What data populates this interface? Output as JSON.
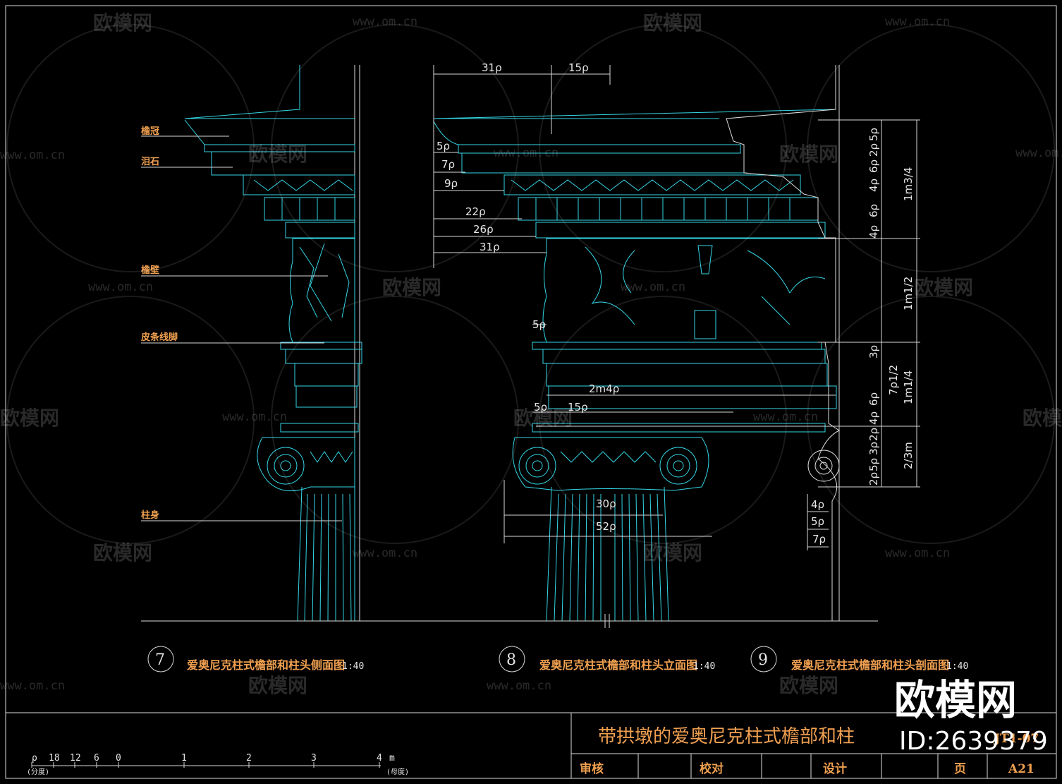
{
  "colors": {
    "linework": "#34d6e6",
    "labels": "#f0a050",
    "dimensions": "#e6e6e6",
    "background": "#000000"
  },
  "left_labels": [
    "檐冠",
    "泪石",
    "檐壁",
    "皮条线脚",
    "柱身"
  ],
  "dimensions": {
    "top": [
      "31ρ",
      "15ρ"
    ],
    "left_steps": [
      "5ρ",
      "7ρ",
      "9ρ",
      "22ρ",
      "26ρ",
      "31ρ"
    ],
    "frieze_small": "5ρ",
    "capital": [
      "2m4ρ",
      "5ρ",
      "15ρ"
    ],
    "shaft": [
      "30ρ",
      "52ρ"
    ],
    "right_small": [
      "4ρ",
      "5ρ",
      "7ρ"
    ],
    "right_col1": [
      "5ρ",
      "2ρ",
      "6ρ",
      "4ρ",
      "6ρ",
      "4ρ",
      "3ρ",
      "6ρ",
      "4ρ",
      "2ρ",
      "3ρ",
      "5ρ",
      "2ρ"
    ],
    "right_col2": [
      "1m3/4",
      "1m1/2",
      "7ρ1/2",
      "1m1/4",
      "2/3m"
    ]
  },
  "views": [
    {
      "number": "7",
      "title": "爱奥尼克柱式檐部和柱头侧面图",
      "scale": "1:40"
    },
    {
      "number": "8",
      "title": "爱奥尼克柱式檐部和柱头立面图",
      "scale": "1:40"
    },
    {
      "number": "9",
      "title": "爱奥尼克柱式檐部和柱头剖面图",
      "scale": "1:40"
    }
  ],
  "scale_bar": {
    "ticks": [
      "ρ",
      "18",
      "12",
      "6",
      "0",
      "1",
      "2",
      "3",
      "4",
      "m"
    ],
    "left_unit": "(分度)",
    "right_unit": "(母度)"
  },
  "title_block": {
    "title": "带拱墩的爱奥尼克柱式檐部和柱",
    "drawing_no": "JT1-07",
    "cells": [
      "审核",
      "校对",
      "设计",
      "页",
      "A21"
    ]
  },
  "watermark": {
    "brand": "欧模网",
    "url": "www.om.cn",
    "id": "ID:2639379"
  }
}
